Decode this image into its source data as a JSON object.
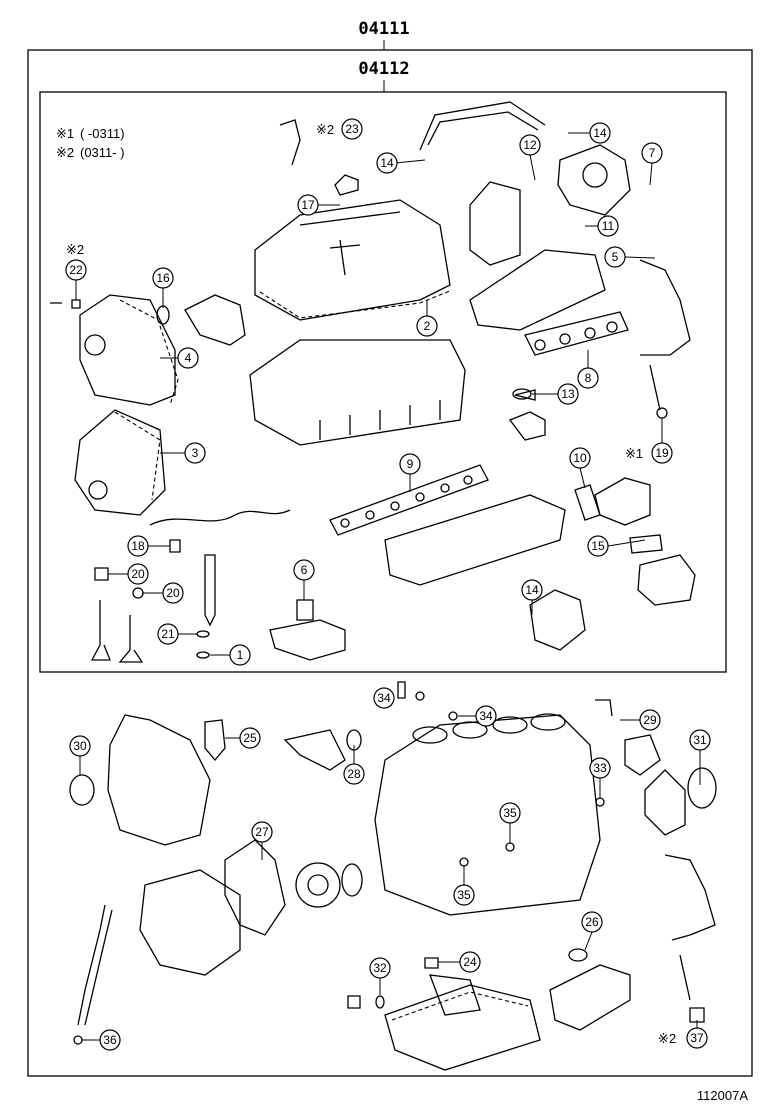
{
  "header": {
    "outer_code": "04111",
    "inner_code": "04112"
  },
  "notes": [
    {
      "mark": "※1",
      "text": "(    -0311)"
    },
    {
      "mark": "※2",
      "text": "(0311-    )"
    }
  ],
  "callouts": {
    "n1": "1",
    "n2": "2",
    "n3": "3",
    "n4": "4",
    "n5": "5",
    "n6": "6",
    "n7": "7",
    "n8": "8",
    "n9": "9",
    "n10": "10",
    "n11": "11",
    "n12": "12",
    "n13": "13",
    "n14a": "14",
    "n14b": "14",
    "n14c": "14",
    "n15": "15",
    "n16": "16",
    "n17": "17",
    "n18": "18",
    "n19": "19",
    "n20a": "20",
    "n20b": "20",
    "n21": "21",
    "n22": "22",
    "n23": "23",
    "n24": "24",
    "n25": "25",
    "n26": "26",
    "n27": "27",
    "n28": "28",
    "n29": "29",
    "n30": "30",
    "n31": "31",
    "n32": "32",
    "n33": "33",
    "n34a": "34",
    "n34b": "34",
    "n35a": "35",
    "n35b": "35",
    "n36": "36",
    "n37": "37"
  },
  "marks": {
    "m22": "※2",
    "m23": "※2",
    "m19": "※1",
    "m37": "※2"
  },
  "footer": {
    "illustration_code": "112007A"
  }
}
